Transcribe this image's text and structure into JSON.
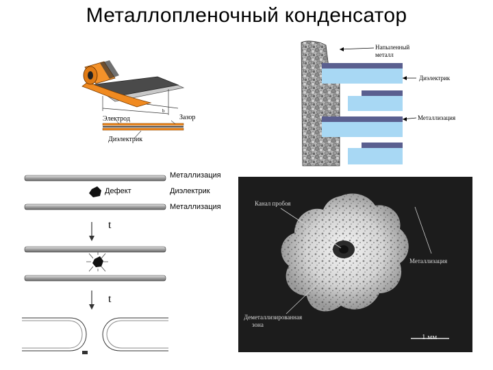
{
  "title": "Металлопленочный конденсатор",
  "roll_figure": {
    "label_electrode": "Электрод",
    "label_gap": "Зазор",
    "label_dielectric": "Диэлектрик"
  },
  "layers_figure": {
    "label_sprayed_metal_line1": "Напыленный",
    "label_sprayed_metal_line2": "металл",
    "label_dielectric": "Диэлектрик",
    "label_metallization": "Металлизация"
  },
  "self_healing_figure": {
    "label_metallization_top": "Металлизация",
    "label_defect": "Дефект",
    "label_dielectric": "Диэлектрик",
    "label_metallization_bottom": "Металлизация",
    "label_t1": "t",
    "label_t2": "t"
  },
  "micrograph": {
    "label_breakdown_line1": "Канал пробоя",
    "label_metallization": "Металлизация",
    "label_demetallized_line1": "Деметаллизированная",
    "label_demetallized_line2": "зона",
    "scale_label": "1 мм"
  }
}
